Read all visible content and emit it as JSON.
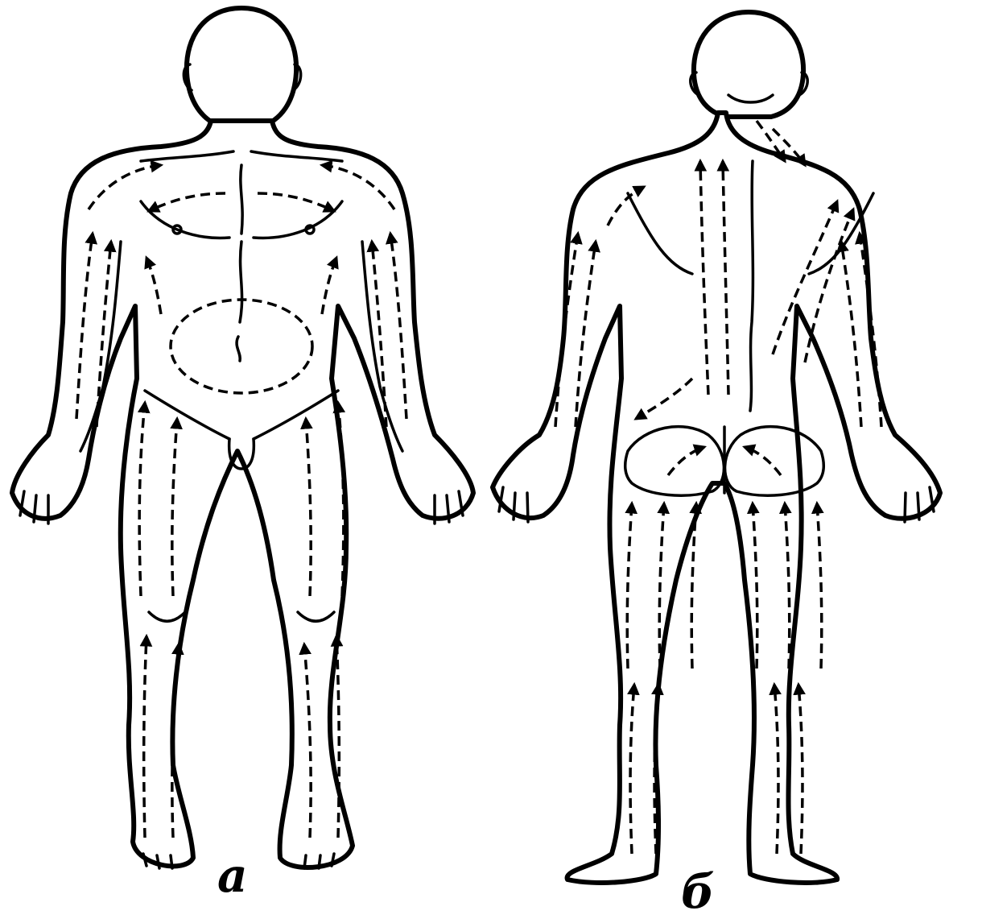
{
  "figure": {
    "panels": [
      {
        "id": "a",
        "label": "а",
        "view": "front"
      },
      {
        "id": "b",
        "label": "б",
        "view": "back"
      }
    ],
    "colors": {
      "ink": "#000000",
      "paper": "#ffffff"
    },
    "flow_marks": "dashed-arrows"
  }
}
